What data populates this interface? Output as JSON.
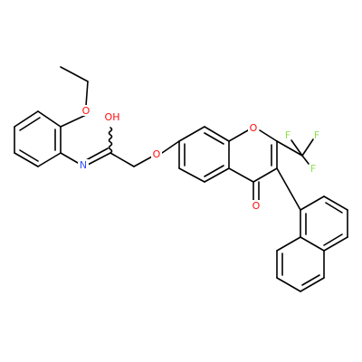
{
  "structure": {
    "colors": {
      "bond": "#000000",
      "oxygen": "#ff0d0d",
      "nitrogen": "#3050f8",
      "fluorine": "#90e050",
      "background": "#ffffff"
    },
    "atom_labels": {
      "o_ethoxy": "O",
      "o_hydroxyl": "OH",
      "n_imine": "N",
      "o_ether": "O",
      "o_ring": "O",
      "f1": "F",
      "f2": "F",
      "f3": "F",
      "o_carbonyl": "O"
    }
  }
}
